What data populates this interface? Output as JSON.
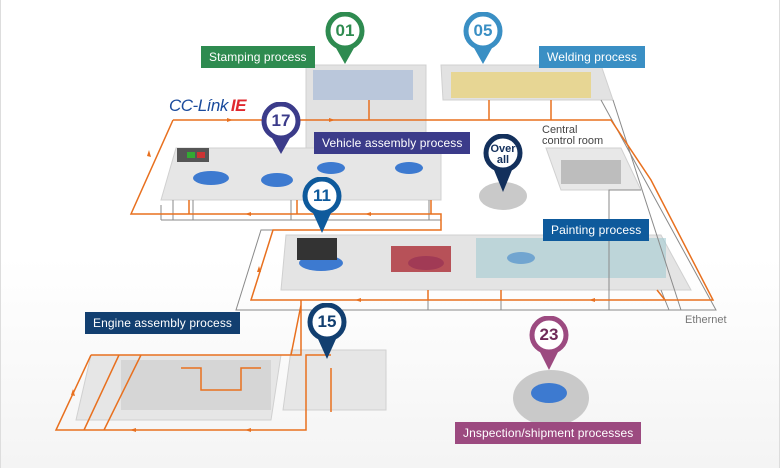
{
  "diagram": {
    "title": "Automotive factory network overview",
    "network_logo": {
      "prefix": "CC-Línk",
      "suffix": "IE"
    },
    "ethernet_label": "Ethernet",
    "central_control_room": [
      "Central",
      "control room"
    ],
    "colors": {
      "cc_link": "#e8701f",
      "ethernet": "#888888",
      "stamping": "#2e8b50",
      "welding": "#3a8fc4",
      "vehicle_assembly": "#3b3b8a",
      "overall": "#13305c",
      "painting": "#0e5a9c",
      "engine_assembly": "#123f70",
      "inspection": "#9c4a80"
    },
    "processes": [
      {
        "id": "stamping",
        "label": "Stamping process",
        "number": "01"
      },
      {
        "id": "welding",
        "label": "Welding process",
        "number": "05"
      },
      {
        "id": "vehicle_assembly",
        "label": "Vehicle assembly process",
        "number": "17"
      },
      {
        "id": "overall",
        "label": "",
        "number": "Over all"
      },
      {
        "id": "painting",
        "label": "Painting process",
        "number": "11"
      },
      {
        "id": "engine_assembly",
        "label": "Engine assembly process",
        "number": "15"
      },
      {
        "id": "inspection",
        "label": "Jnspection/shipment processes",
        "number": "23"
      }
    ]
  }
}
